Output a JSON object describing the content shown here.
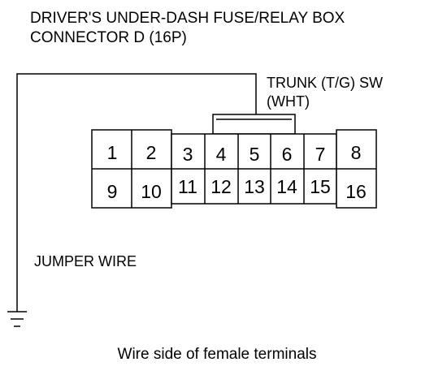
{
  "title": {
    "line1": "DRIVER'S UNDER-DASH FUSE/RELAY BOX",
    "line2": "CONNECTOR D (16P)"
  },
  "probe": {
    "label_line1": "TRUNK (T/G) SW",
    "label_line2": "(WHT)",
    "terminal": "5"
  },
  "jumper": {
    "label": "JUMPER WIRE"
  },
  "ground_symbol": "ground-icon",
  "connector": {
    "top_row": [
      "1",
      "2",
      "3",
      "4",
      "5",
      "6",
      "7",
      "8"
    ],
    "bottom_row": [
      "9",
      "10",
      "11",
      "12",
      "13",
      "14",
      "15",
      "16"
    ]
  },
  "caption": "Wire side of female terminals"
}
